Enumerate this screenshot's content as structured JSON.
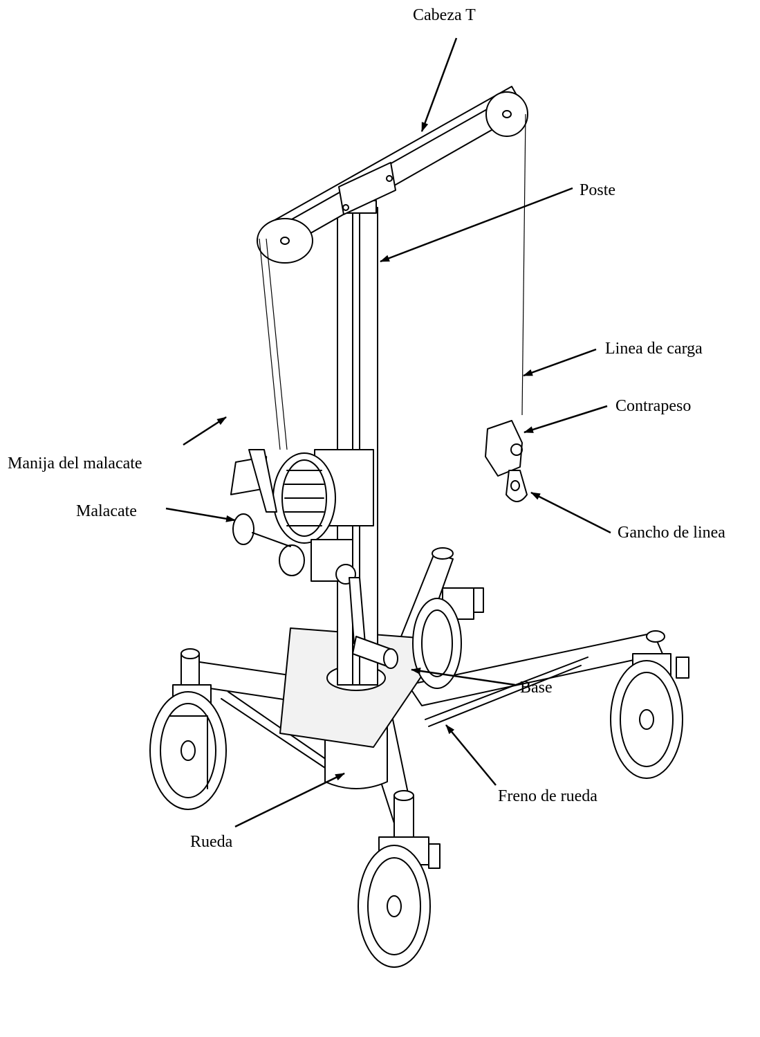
{
  "labels": {
    "cabeza_t": "Cabeza T",
    "poste": "Poste",
    "linea_de_carga": "Linea de carga",
    "contrapeso": "Contrapeso",
    "manija_del_malacate": "Manija del malacate",
    "malacate": "Malacate",
    "gancho_de_linea": "Gancho de linea",
    "base": "Base",
    "freno_de_rueda": "Freno de rueda",
    "rueda": "Rueda"
  },
  "colors": {
    "line": "#000000",
    "background": "#ffffff",
    "shade": "#f2f2f2"
  }
}
